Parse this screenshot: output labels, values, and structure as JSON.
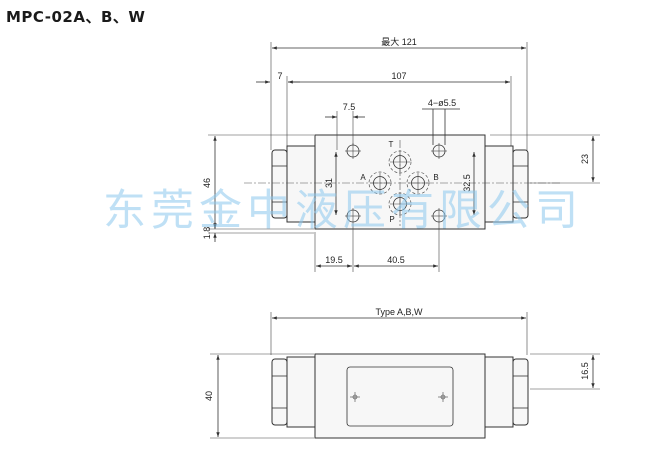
{
  "title": "MPC-02A、B、W",
  "watermark": "东莞金中液压有限公司",
  "top_view": {
    "dims": {
      "max_width": "最大 121",
      "left_offset": "7",
      "width_107": "107",
      "offset_7_5": "7.5",
      "holes": "4−ø5.5",
      "height_46": "46",
      "height_23": "23",
      "height_31": "31",
      "height_32_5": "32.5",
      "height_1_8": "1.8",
      "dist_19_5": "19.5",
      "dist_40_5": "40.5"
    },
    "ports": {
      "t": "T",
      "a": "A",
      "b": "B",
      "p": "P"
    }
  },
  "bottom_view": {
    "type_label": "Type A,B,W",
    "height_40": "40",
    "height_16_5": "16.5"
  }
}
